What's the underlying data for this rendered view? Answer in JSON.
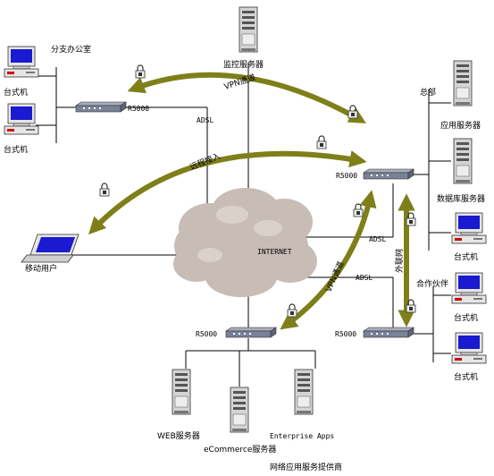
{
  "labels": {
    "branch_office": "分支办公室",
    "monitor_server": "监控服务器",
    "hq": "总部",
    "app_server": "应用服务器",
    "db_server": "数据库服务器",
    "desktop": "台式机",
    "mobile_user": "移动用户",
    "internet": "INTERNET",
    "adsl": "ADSL",
    "r5000": "R5000",
    "partner": "合作伙伴",
    "web_server": "WEB服务器",
    "ecommerce_server": "eCommerce服务器",
    "enterprise_apps": "Enterprise Apps",
    "provider": "网络应用服务提供商",
    "vpn_tunnel_top": "VPN通道",
    "remote_access": "远程接入",
    "vpn_tunnel_bottom": "VPN通道",
    "extranet": "外联网"
  },
  "colors": {
    "arrow": "#7f7f1a",
    "line": "#000000",
    "router": "#7a8296",
    "cloud": "#c8bdb6",
    "monitor": "#1a1ad0",
    "server": "#bdbdbd"
  },
  "icons": [
    "desktop-icon",
    "server-icon",
    "router-icon",
    "laptop-icon",
    "lock-icon",
    "cloud-icon"
  ]
}
